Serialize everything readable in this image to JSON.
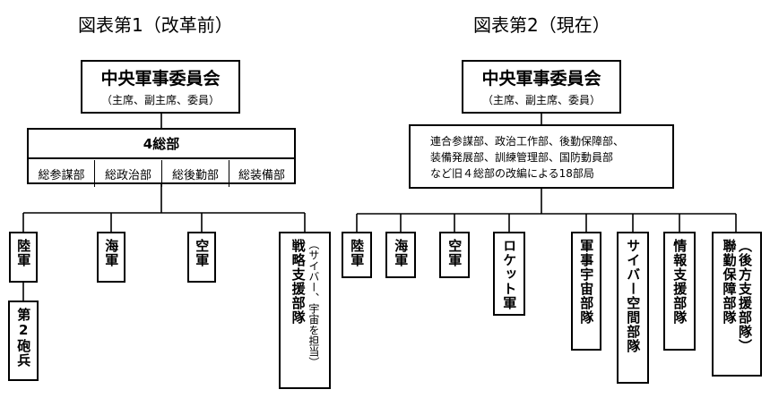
{
  "chart1": {
    "title": "図表第1（改革前）",
    "cmc": {
      "name": "中央軍事委員会",
      "members": "（主席、副主席、委員）"
    },
    "hq": {
      "name": "4総部",
      "departments": [
        "総参謀部",
        "総政治部",
        "総後勤部",
        "総装備部"
      ]
    },
    "branches": {
      "army": "陸軍",
      "second_artillery": "第2砲兵",
      "navy": "海軍",
      "airforce": "空軍",
      "ssf_name": "戦略支援部隊",
      "ssf_note": "（サイバー、宇宙を担当）"
    }
  },
  "chart2": {
    "title": "図表第2（現在）",
    "cmc": {
      "name": "中央軍事委員会",
      "members": "（主席、副主席、委員）"
    },
    "departments": {
      "line1": "連合参謀部、政治工作部、後勤保障部、",
      "line2": "装備発展部、訓練管理部、国防動員部",
      "line3": "など旧４総部の改編による18部局"
    },
    "branches": [
      "陸軍",
      "海軍",
      "空軍",
      "ロケット軍",
      "軍事宇宙部隊",
      "サイバー空間部隊",
      "情報支援部隊",
      "聯勤保障部隊"
    ],
    "branch_note": "（後方支援部隊）"
  }
}
